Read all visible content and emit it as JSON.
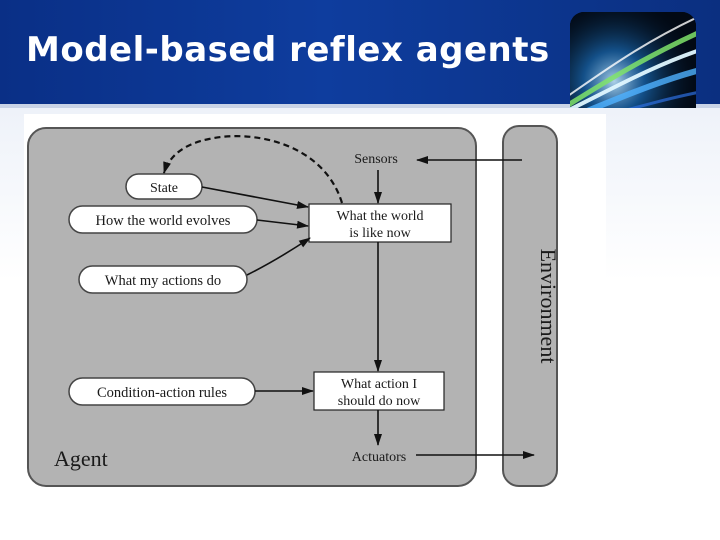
{
  "slide": {
    "title": "Model-based reflex agents"
  },
  "logo": {
    "icon": "light-streaks-icon"
  },
  "diagram": {
    "agent_label": "Agent",
    "environment_label": "Environment",
    "sensors": "Sensors",
    "actuators": "Actuators",
    "state": "State",
    "how_world_evolves": "How the world evolves",
    "what_actions_do": "What my actions do",
    "condition_action_rules": "Condition-action rules",
    "world_now": {
      "line1": "What the world",
      "line2": "is like now"
    },
    "action_now": {
      "line1": "What action I",
      "line2": "should do now"
    }
  },
  "colors": {
    "header": "#0e3d9e",
    "agent_fill": "#b3b3b3",
    "outline": "#555555"
  }
}
